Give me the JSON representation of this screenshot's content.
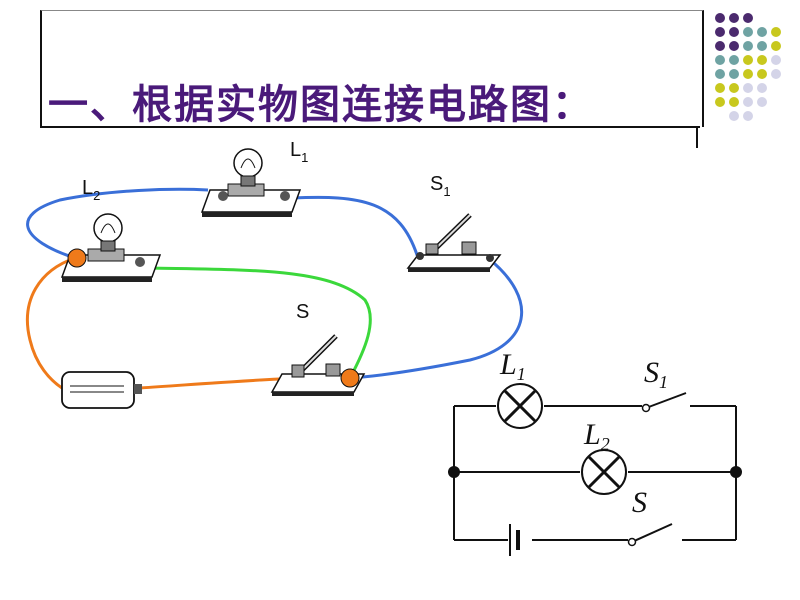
{
  "title": "一、根据实物图连接电路图：",
  "physical_labels": {
    "l1": {
      "main": "L",
      "sub": "1"
    },
    "l2": {
      "main": "L",
      "sub": "2"
    },
    "s1": {
      "main": "S",
      "sub": "1"
    },
    "s": {
      "main": "S"
    }
  },
  "schematic_labels": {
    "l1": {
      "main": "L",
      "sub": "1"
    },
    "l2": {
      "main": "L",
      "sub": "2"
    },
    "s1": {
      "main": "S",
      "sub": "1"
    },
    "s": {
      "main": "S"
    }
  },
  "wire_colors": {
    "blue": "#3a6fd8",
    "green": "#3bd83b",
    "orange": "#ef7a1a",
    "junction": "#ef7a1a"
  },
  "title_color": "#4a1a7a",
  "dot_colors": {
    "purple": "#4b2a6e",
    "teal": "#6fa3a3",
    "olive": "#c8c81e",
    "lavender": "#d4d4e8"
  }
}
